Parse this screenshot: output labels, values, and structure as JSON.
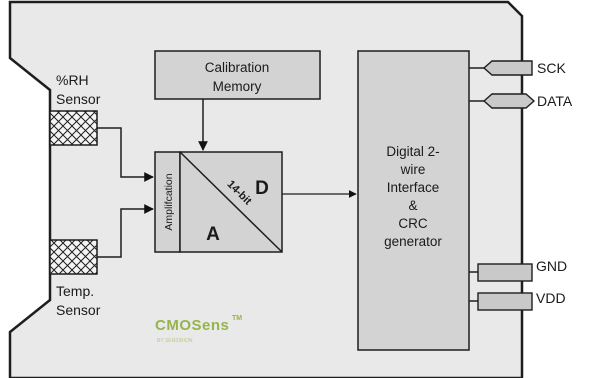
{
  "sensors": {
    "humidity": {
      "line1": "%RH",
      "line2": "Sensor"
    },
    "temperature": {
      "line1": "Temp.",
      "line2": "Sensor"
    }
  },
  "calibration": {
    "line1": "Calibration",
    "line2": "Memory"
  },
  "amplification": {
    "label": "Amplifcation"
  },
  "adc": {
    "digital": "D",
    "analog": "A",
    "bits": "14-bit"
  },
  "interface": {
    "lines": [
      "Digital 2-",
      "wire",
      "Interface",
      "&",
      "CRC",
      "generator"
    ]
  },
  "pins": {
    "sck": "SCK",
    "data": "DATA",
    "gnd": "GND",
    "vdd": "VDD"
  },
  "logo": {
    "brand": "CMOSens",
    "tm": "TM",
    "tagline": "BY SENSIRION"
  },
  "colors": {
    "chip_fill": "#e9e9e9",
    "block_fill": "#d3d3d3",
    "outline": "#1e1e1e",
    "pin_fill": "#c9c9c9",
    "logo_green": "#96b44c"
  }
}
